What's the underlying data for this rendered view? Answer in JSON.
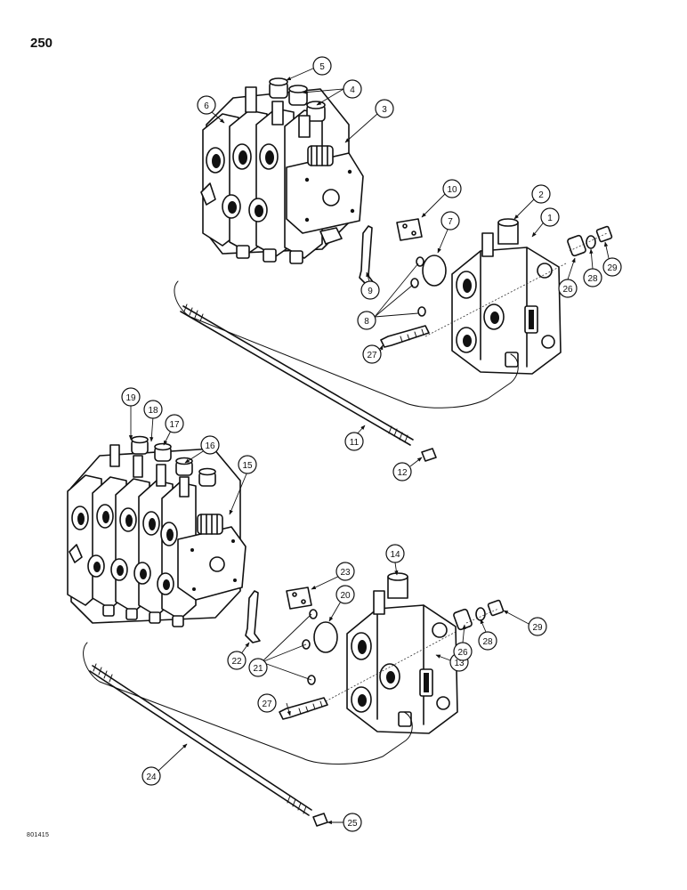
{
  "page": {
    "number": "250",
    "ref_code": "801415"
  },
  "callouts": [
    "1",
    "2",
    "3",
    "4",
    "5",
    "6",
    "7",
    "8",
    "9",
    "10",
    "11",
    "12",
    "13",
    "14",
    "15",
    "16",
    "17",
    "18",
    "19",
    "20",
    "21",
    "22",
    "23",
    "24",
    "25",
    "26",
    "27",
    "28",
    "29"
  ],
  "colors": {
    "ink": "#111111",
    "paper": "#ffffff"
  }
}
